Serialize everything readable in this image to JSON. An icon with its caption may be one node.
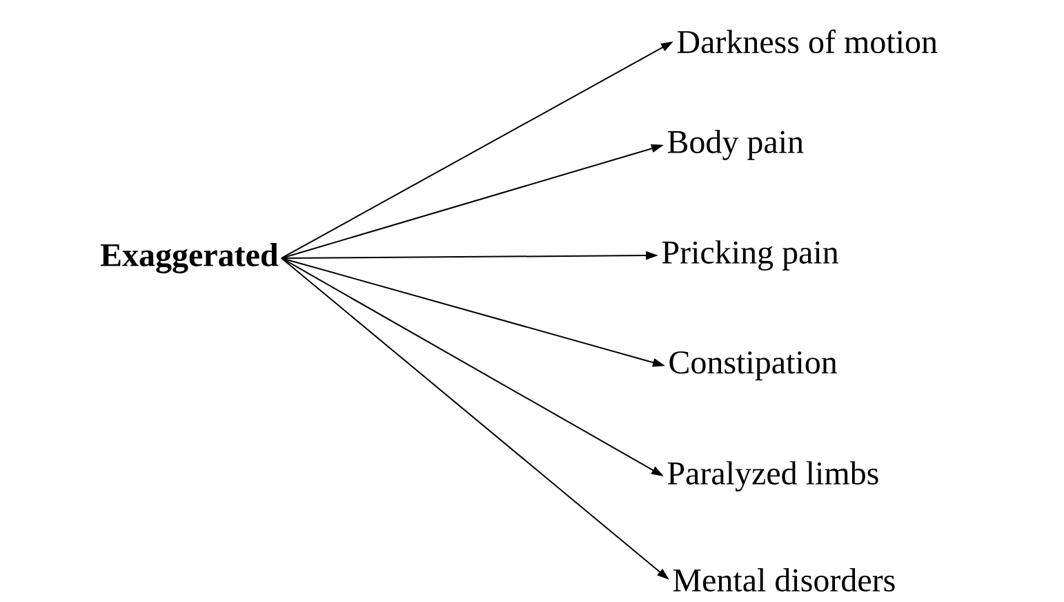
{
  "diagram": {
    "nodes": [
      {
        "text": [
          "Exaggerated"
        ]
      },
      {
        "text": [
          "Darkness of motion"
        ]
      },
      {
        "text": [
          "Body pain"
        ]
      },
      {
        "text": [
          "Pricking pain"
        ]
      },
      {
        "text": [
          "Constipation"
        ]
      },
      {
        "text": [
          "Paralyzed limbs"
        ]
      },
      {
        "text": [
          "Mental disorders"
        ]
      }
    ],
    "edges": [
      {
        "from": 0,
        "to": 1,
        "arrow": "to"
      },
      {
        "from": 0,
        "to": 2,
        "arrow": "to"
      },
      {
        "from": 0,
        "to": 3,
        "arrow": "to"
      },
      {
        "from": 0,
        "to": 4,
        "arrow": "to"
      },
      {
        "from": 0,
        "to": 5,
        "arrow": "to"
      },
      {
        "from": 0,
        "to": 6,
        "arrow": "to"
      }
    ]
  }
}
